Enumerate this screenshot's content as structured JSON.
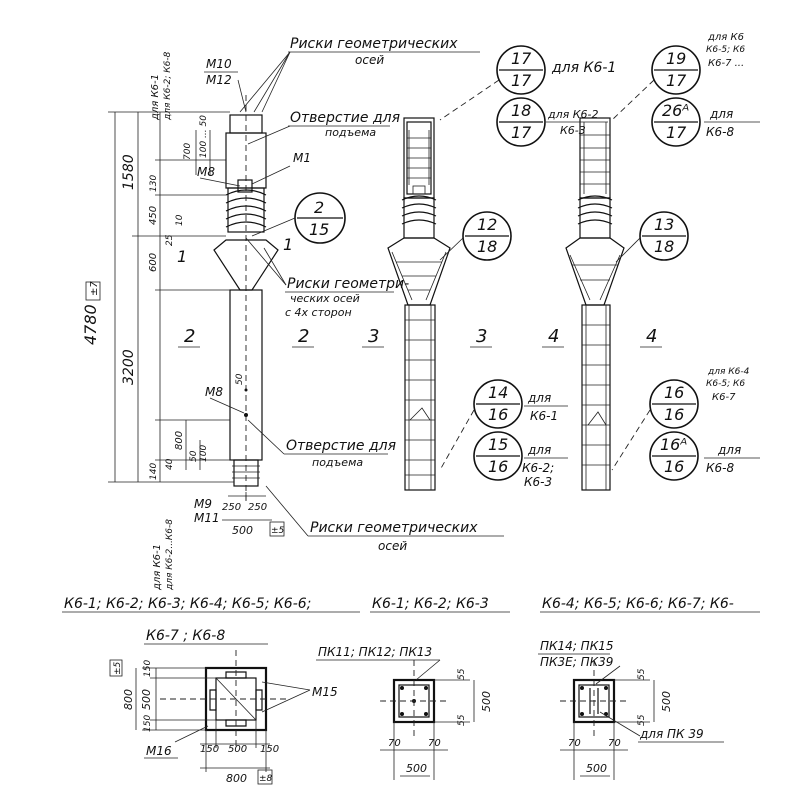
{
  "column1": {
    "top_bolt_a": "M10",
    "top_bolt_b": "M12",
    "for_k61_top": "для К6-1",
    "for_others_top": "для К6-2; К6-8",
    "dim_total": "4780",
    "dim_total_mark": "±7",
    "dim_top": "1580",
    "dim_bottom": "3200",
    "dim_700": "700",
    "dim_100_50": "100 ... 50",
    "dim_130": "130",
    "dim_450": "450",
    "dim_10": "10",
    "dim_25": "25",
    "dim_600": "600",
    "dim_800": "800",
    "dim_50": "50",
    "dim_50b": "50",
    "dim_100b": "100",
    "dim_140": "140",
    "dim_40": "40",
    "dim_250a": "250",
    "dim_250b": "250",
    "dim_500": "500",
    "dim_500_mark": "±5",
    "m8_top": "М8",
    "m1": "М1",
    "m8_mid": "М8",
    "m9": "М9",
    "m11": "М11",
    "for_k61_bottom": "для К6-1",
    "for_others_bottom": "для К6-2...К6-8",
    "sect_1": "1",
    "sect_1b": "1",
    "sect_2a": "2",
    "sect_2b": "2"
  },
  "callouts": {
    "risks_top_a": "Риски геометрических",
    "risks_top_b": "осей",
    "hole_top_a": "Отверстие для",
    "hole_top_b": "подъема",
    "risks_mid_a": "Риски геометри-",
    "risks_mid_b": "ческих осей",
    "risks_mid_c": "с 4х сторон",
    "hole_mid_a": "Отверстие для",
    "hole_mid_b": "подъема",
    "risks_bot_a": "Риски геометрических",
    "risks_bot_b": "осей"
  },
  "bubbles": [
    {
      "top": "2",
      "bottom": "15"
    },
    {
      "top": "17",
      "bottom": "17"
    },
    {
      "top": "18",
      "bottom": "17"
    },
    {
      "top": "12",
      "bottom": "18"
    },
    {
      "top": "14",
      "bottom": "16"
    },
    {
      "top": "15",
      "bottom": "16"
    },
    {
      "top": "19",
      "bottom": "17"
    },
    {
      "top": "26ᴬ",
      "bottom": "17"
    },
    {
      "top": "13",
      "bottom": "18"
    },
    {
      "top": "16",
      "bottom": "16"
    },
    {
      "top": "16ᴬ",
      "bottom": "16"
    }
  ],
  "bubble_labels": {
    "b17": "для К6-1",
    "b18a": "для К6-2",
    "b18b": "К6-3",
    "b14a": "для",
    "b14b": "К6-1",
    "b15a": "для",
    "b15b": "К6-2;",
    "b15c": "К6-3",
    "b19a": "для К6",
    "b19b": "К6-5; К6",
    "b19c": "К6-7 ...",
    "b26a": "для",
    "b26b": "К6-8",
    "b16a": "для К6-4",
    "b16b": "К6-5; К6",
    "b16c": "К6-7",
    "b16Aa": "для",
    "b16Ab": "К6-8"
  },
  "section_marks": {
    "s2a": "2",
    "s2b": "2",
    "s3a": "3",
    "s3b": "3",
    "s4a": "4",
    "s4b": "4"
  },
  "bottom": {
    "header_left": "К6-1; К6-2; К6-3; К6-4; К6-5; К6-6;",
    "header_mid": "К6-1; К6-2; К6-3",
    "header_right": "К6-4; К6-5; К6-6; К6-7; К6-",
    "sub_left": "К6-7 ; К6-8",
    "sec1_800": "800",
    "sec1_500": "500",
    "sec1_150a": "150",
    "sec1_150b": "150",
    "sec1_mark": "±5",
    "sec1_m15": "М15",
    "sec1_m16": "М16",
    "sec1_w150a": "150",
    "sec1_w500": "500",
    "sec1_w150b": "150",
    "sec1_w800": "800",
    "sec1_w800_mark": "±8",
    "sec2_title": "ПК11; ПК12; ПК13",
    "sec2_55a": "55",
    "sec2_55b": "55",
    "sec2_500": "500",
    "sec2_70a": "70",
    "sec2_70b": "70",
    "sec2_w500": "500",
    "sec3_title_a": "ПК14; ПК15",
    "sec3_title_b": "ПК3Е; ПК39",
    "sec3_55a": "55",
    "sec3_55b": "55",
    "sec3_500": "500",
    "sec3_70a": "70",
    "sec3_70b": "70",
    "sec3_w500": "500",
    "sec3_for": "для ПК 39"
  }
}
